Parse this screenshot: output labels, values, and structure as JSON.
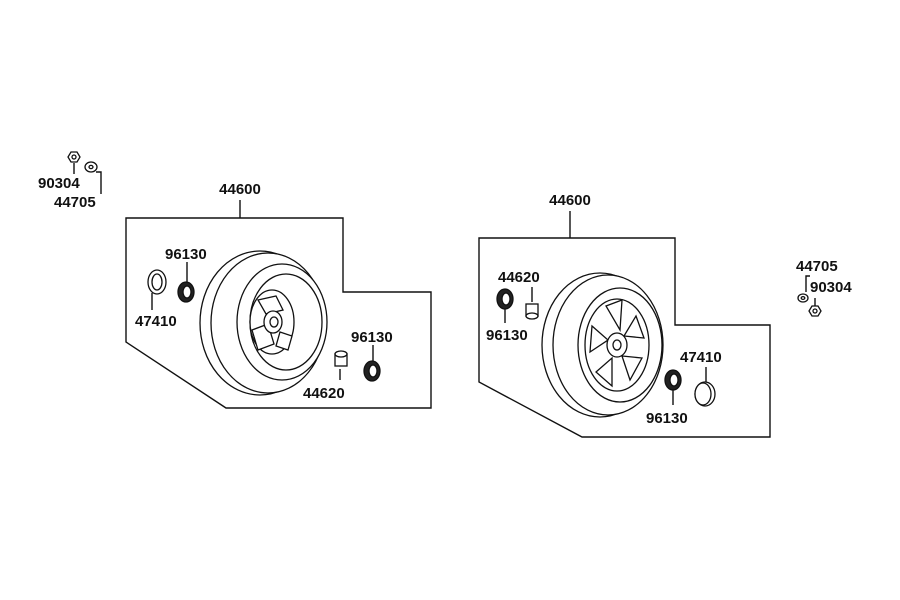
{
  "labels": {
    "left_wheel_assembly": "44600",
    "left_nut": "90304",
    "left_washer": "44705",
    "left_bearing_upper": "96130",
    "left_seal": "47410",
    "left_bearing_lower": "96130",
    "left_collar": "44620",
    "right_wheel_assembly": "44600",
    "right_collar": "44620",
    "right_bearing_upper": "96130",
    "right_washer": "44705",
    "right_nut": "90304",
    "right_seal": "47410",
    "right_bearing_lower": "96130"
  }
}
